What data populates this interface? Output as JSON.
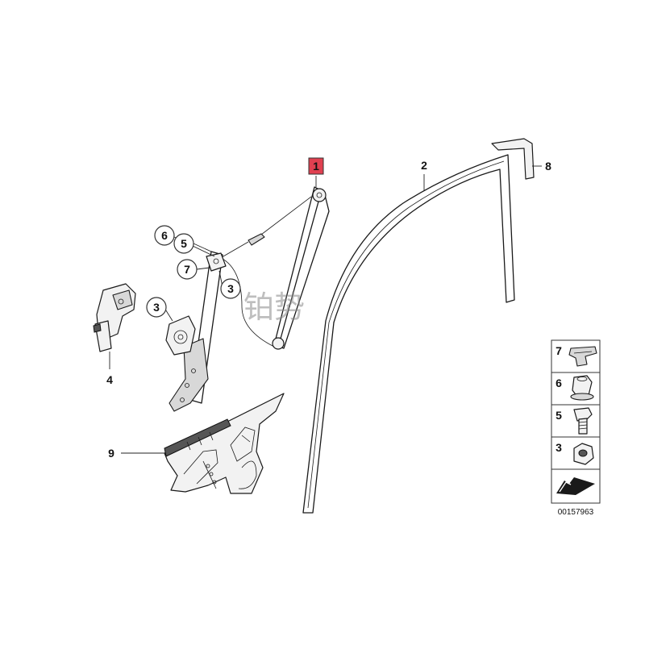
{
  "callouts": {
    "c1": "1",
    "c2": "2",
    "c3a": "3",
    "c3b": "3",
    "c4": "4",
    "c5": "5",
    "c6": "6",
    "c7": "7",
    "c8": "8",
    "c9": "9"
  },
  "legend": {
    "items": [
      "7",
      "6",
      "5",
      "3"
    ]
  },
  "reference_number": "00157963",
  "watermark": "铂势",
  "colors": {
    "highlight_callout": "#e04050",
    "line": "#1a1a1a"
  }
}
